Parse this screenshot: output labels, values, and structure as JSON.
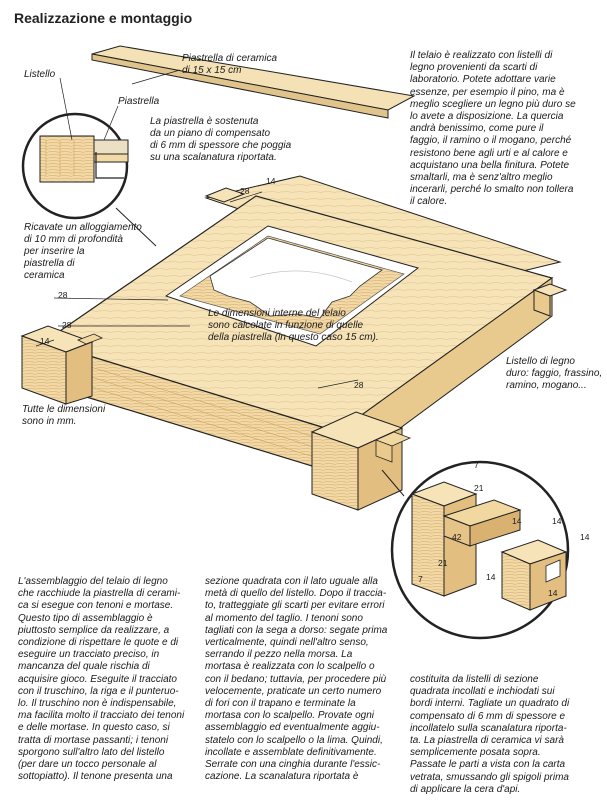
{
  "title": "Realizzazione e montaggio",
  "labels": {
    "listello": "Listello",
    "piastrella": "Piastrella",
    "ceramica_l1": "Piastrella di ceramica",
    "ceramica_l2": "di 15 x 15 cm",
    "sostenuta": [
      "La piastrella è sostenuta",
      "da un piano di compensato",
      "di 6 mm di spessore che poggia",
      "su una scalanatura riportata."
    ],
    "ricavate": [
      "Ricavate un alloggiamento",
      "di 10 mm di profondità",
      "per inserire la",
      "piastrella di",
      "ceramica"
    ],
    "interne": [
      "Le dimensioni interne del telaio",
      "sono calcolate in funzione di quelle",
      "della piastrella (in questo caso 15 cm)."
    ],
    "duro": [
      "Listello di legno",
      "duro: faggio, frassino,",
      "ramino, mogano..."
    ],
    "tutte": [
      "Tutte le dimensioni",
      "sono in mm."
    ]
  },
  "dimensions": [
    "28",
    "14",
    "28",
    "28",
    "14",
    "28",
    "7",
    "21",
    "14",
    "42",
    "21",
    "7",
    "14",
    "14",
    "14",
    "14"
  ],
  "side_text": [
    "Il telaio è realizzato con listelli di",
    "legno provenienti da scarti di",
    "laboratorio. Potete adottare varie",
    "essenze, per esempio il pino, ma è",
    "meglio scegliere un legno più duro se",
    "lo avete a disposizione. La quercia",
    "andrà benissimo, come pure il",
    "faggio, il ramino o il mogano, perché",
    "resistono bene agli urti e al calore e",
    "acquistano una bella finitura. Potete",
    "smaltarli, ma è senz'altro meglio",
    "incerarli, perché lo smalto non tollera",
    "il calore."
  ],
  "col1": [
    "L'assemblaggio del telaio di legno",
    "che racchiude la piastrella di cerami-",
    "ca si esegue con tenoni e mortase.",
    "Questo tipo di assemblaggio è",
    "piuttosto semplice da realizzare, a",
    "condizione di rispettare le quote e di",
    "eseguire un tracciato preciso, in",
    "mancanza del quale rischia di",
    "acquisire gioco. Eseguite il tracciato",
    "con il truschino, la riga e il punteruo-",
    "lo. Il truschino non è indispensabile,",
    "ma facilita molto il tracciato dei tenoni",
    "e delle mortase. In questo caso, si",
    "tratta di mortase passanti; i tenoni",
    "sporgono sull'altro lato del listello",
    "(per dare un tocco personale al",
    "sottopiatto). Il tenone presenta una"
  ],
  "col2": [
    "sezione quadrata con il lato uguale alla",
    "metà di quello del listello. Dopo il traccia-",
    "to, tratteggiate gli scarti per evitare errori",
    "al momento del taglio. I tenoni sono",
    "tagliati con la sega a dorso: segate prima",
    "verticalmente, quindi nell'altro senso,",
    "serrando il pezzo nella morsa. La",
    "mortasa è realizzata con lo scalpello o",
    "con il bedano; tuttavia, per procedere più",
    "velocemente, praticate un certo numero",
    "di fori con il trapano e terminate la",
    "mortasa con lo scalpello. Provate ogni",
    "assemblaggio ed eventualmente aggiu-",
    "statelo con lo scalpello o la lima. Quindi,",
    "incollate e assemblate definitivamente.",
    "Serrate con una cinghia durante l'essic-",
    "cazione. La scanalatura riportata è"
  ],
  "col3": [
    "costituita da listelli di sezione",
    "quadrata incollati e inchiodati sui",
    "bordi interni. Tagliate un quadrato di",
    "compensato di 6 mm di spessore e",
    "incollatelo  sulla scanalatura riporta-",
    "ta. La piastrella di ceramica vi sarà",
    "semplicemente posata sopra.",
    "Passate le parti a vista con la carta",
    "vetrata, smussando gli spigoli prima",
    "di applicare la cera d'api."
  ]
}
